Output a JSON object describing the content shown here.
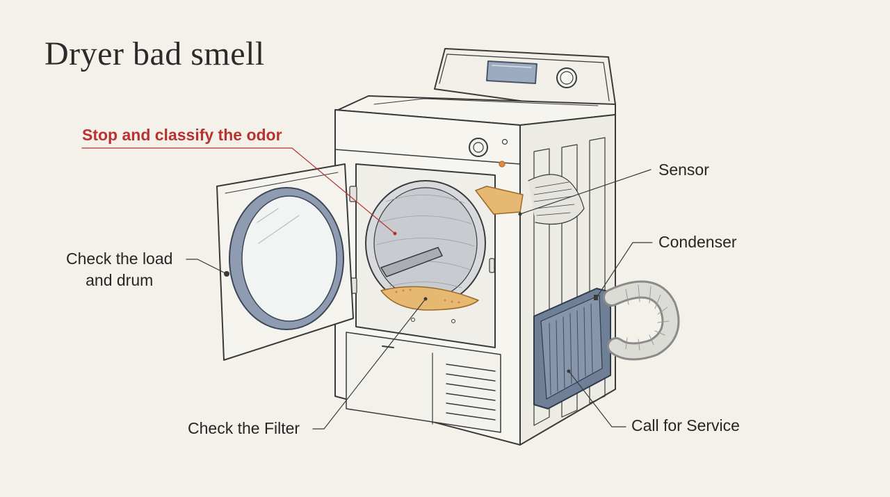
{
  "title": "Dryer bad smell",
  "colors": {
    "background": "#f3f1ea",
    "accent_red": "#b8322f",
    "highlight_orange": "#e7b872",
    "condenser_blue": "#6f7f96",
    "ink": "#3a3a3a"
  },
  "callouts": {
    "odor": "Stop and classify the odor",
    "sensor": "Sensor",
    "condenser": "Condenser",
    "load_line1": "Check the load",
    "load_line2": "and drum",
    "filter": "Check the Filter",
    "service": "Call for Service"
  },
  "icons": [
    "dryer-illustration"
  ]
}
